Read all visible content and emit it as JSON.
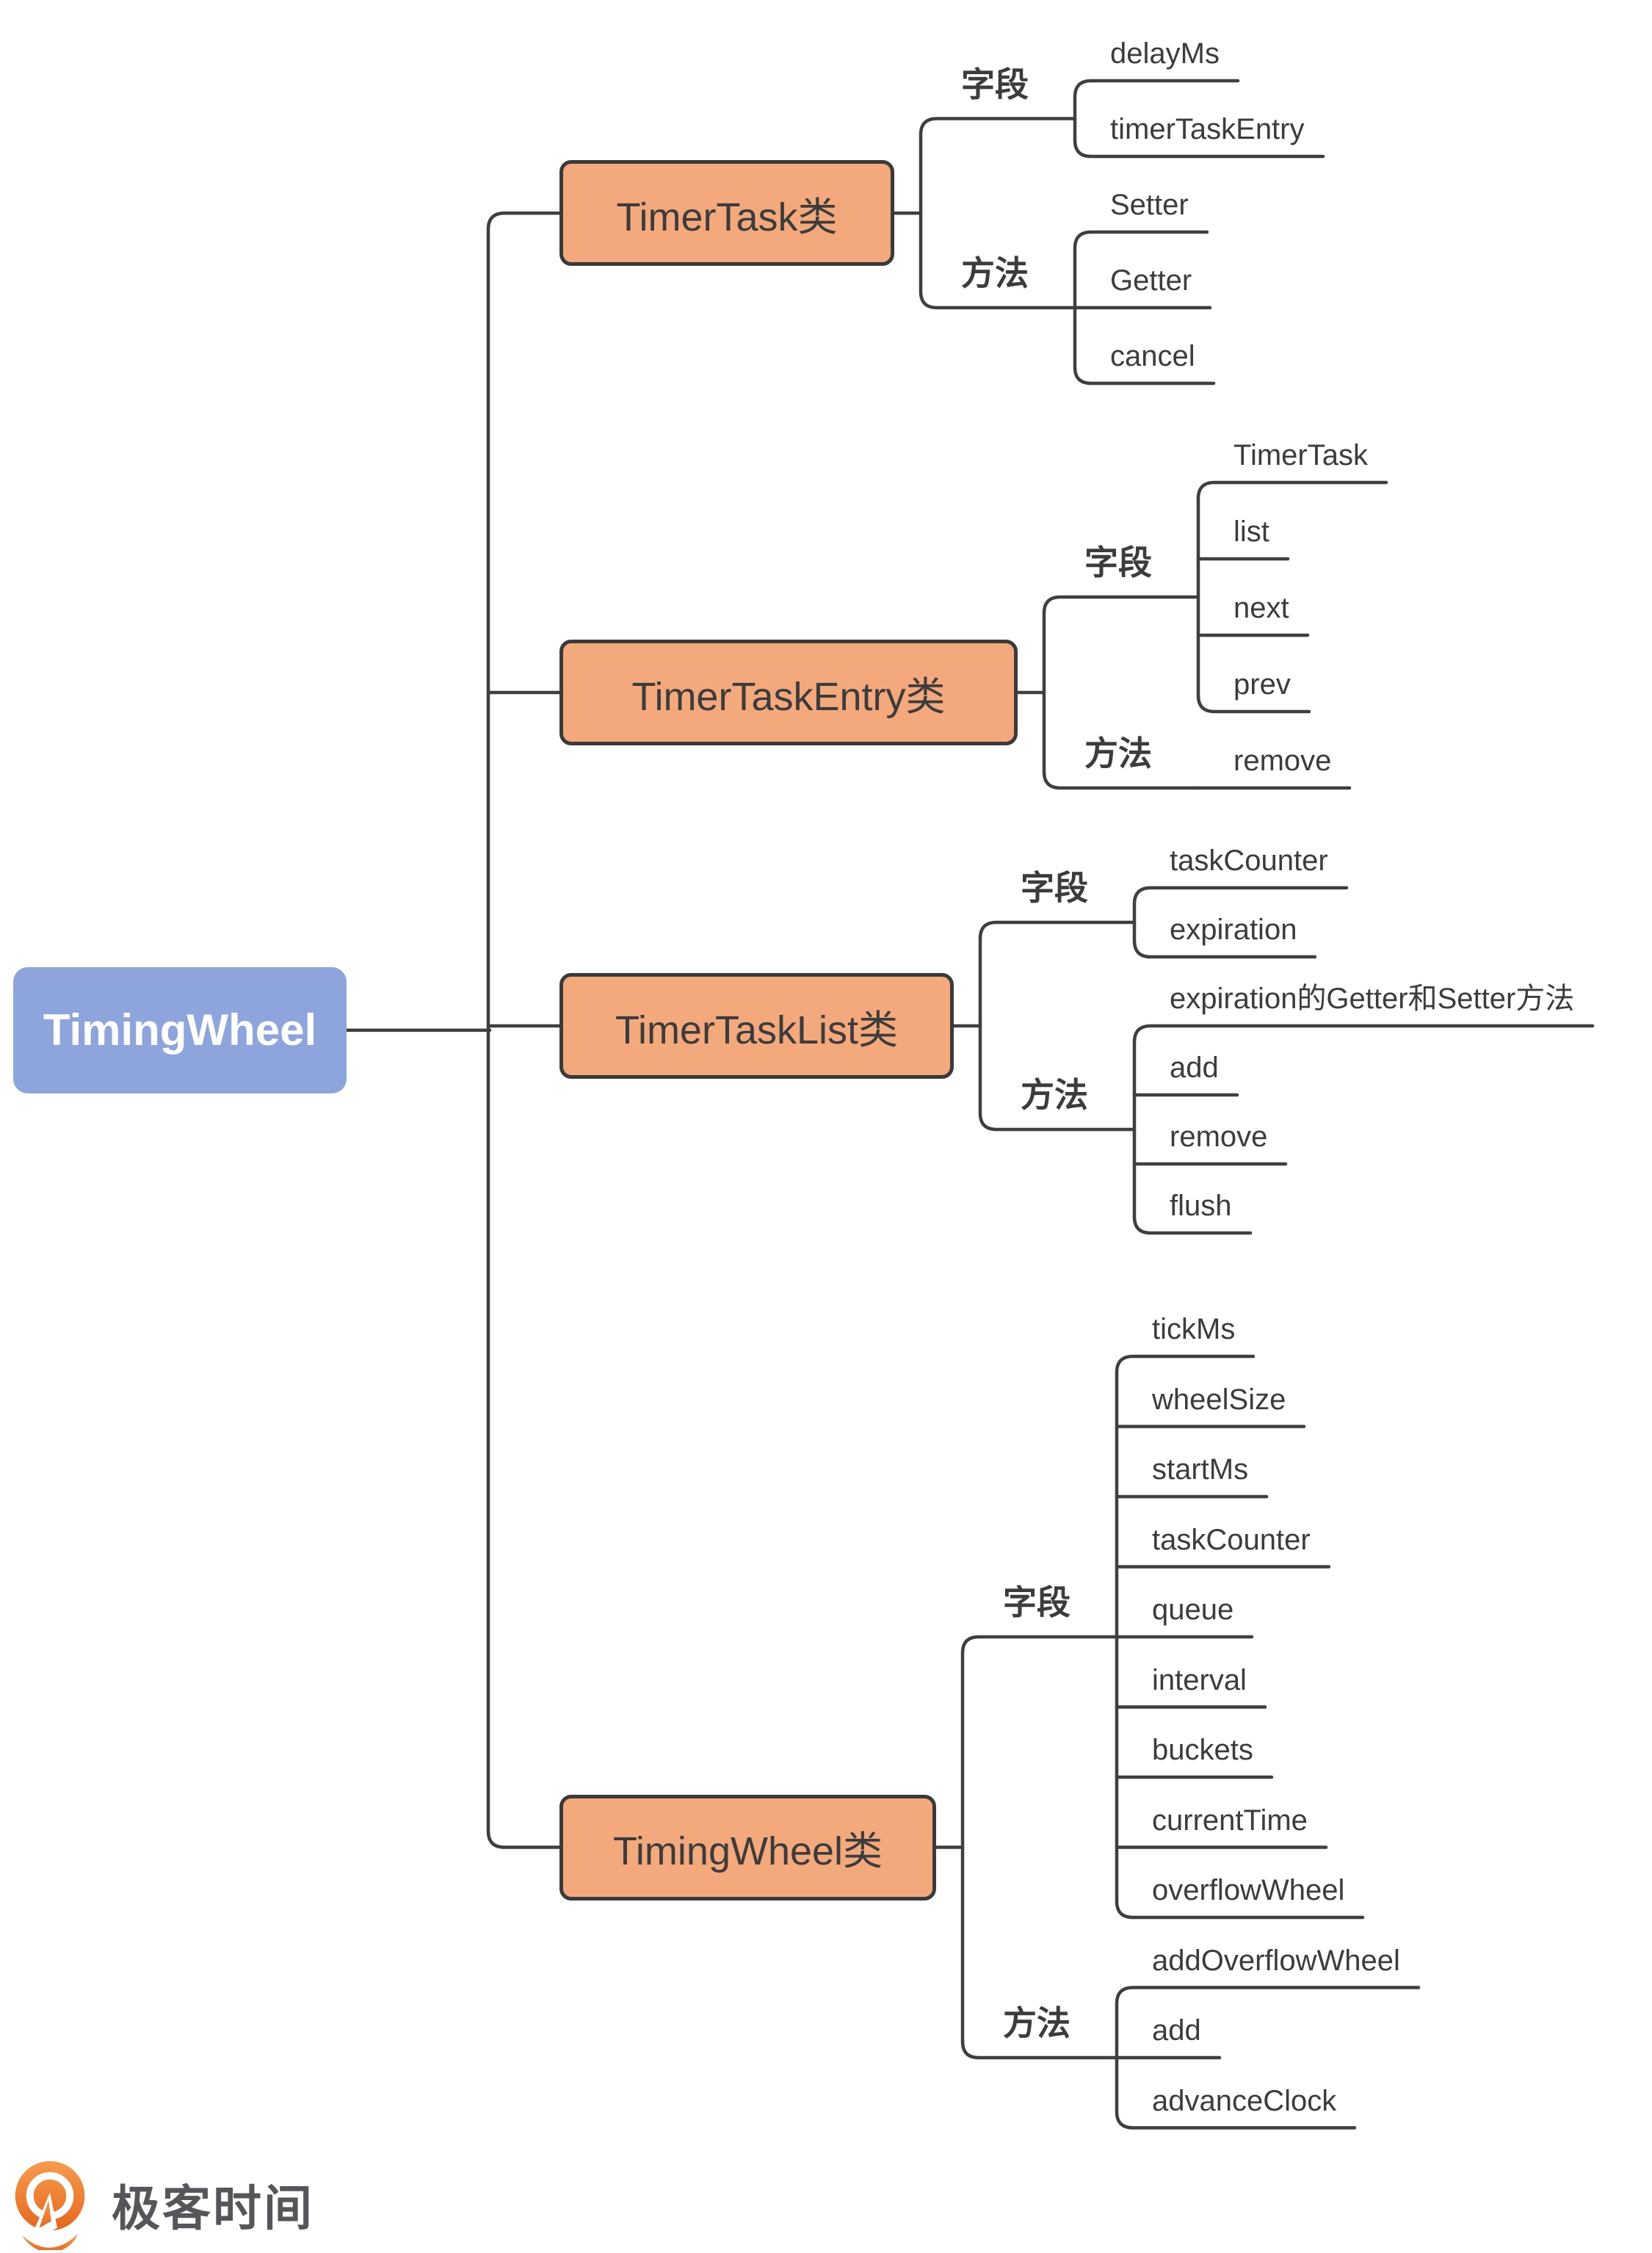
{
  "root": {
    "label": "TimingWheel"
  },
  "tree": {
    "branches": [
      {
        "label": "TimerTask类",
        "groups": [
          {
            "label": "字段",
            "leaves": [
              "delayMs",
              "timerTaskEntry"
            ]
          },
          {
            "label": "方法",
            "leaves": [
              "Setter",
              "Getter",
              "cancel"
            ]
          }
        ]
      },
      {
        "label": "TimerTaskEntry类",
        "groups": [
          {
            "label": "字段",
            "leaves": [
              "TimerTask",
              "list",
              "next",
              "prev"
            ]
          },
          {
            "label": "方法",
            "leaves": [
              "remove"
            ]
          }
        ]
      },
      {
        "label": "TimerTaskList类",
        "groups": [
          {
            "label": "字段",
            "leaves": [
              "taskCounter",
              "expiration"
            ]
          },
          {
            "label": "方法",
            "leaves": [
              "expiration的Getter和Setter方法",
              "add",
              "remove",
              "flush"
            ]
          }
        ]
      },
      {
        "label": "TimingWheel类",
        "groups": [
          {
            "label": "字段",
            "leaves": [
              "tickMs",
              "wheelSize",
              "startMs",
              "taskCounter",
              "queue",
              "interval",
              "buckets",
              "currentTime",
              "overflowWheel"
            ]
          },
          {
            "label": "方法",
            "leaves": [
              "addOverflowWheel",
              "add",
              "advanceClock"
            ]
          }
        ]
      }
    ]
  },
  "footer": {
    "brand": "极客时间"
  },
  "colors": {
    "background": "#FFFFFF",
    "connector": "#3F3F3F",
    "text_dark": "#3C3C3C",
    "root_fill": "#8DA5DC",
    "root_text": "#FFFFFF",
    "branch_fill": "#F4A97C",
    "branch_border": "#3A3A3A",
    "logo_orange_light": "#F79B4E",
    "logo_orange_dark": "#E5671D",
    "logo_text": "#54565A"
  }
}
